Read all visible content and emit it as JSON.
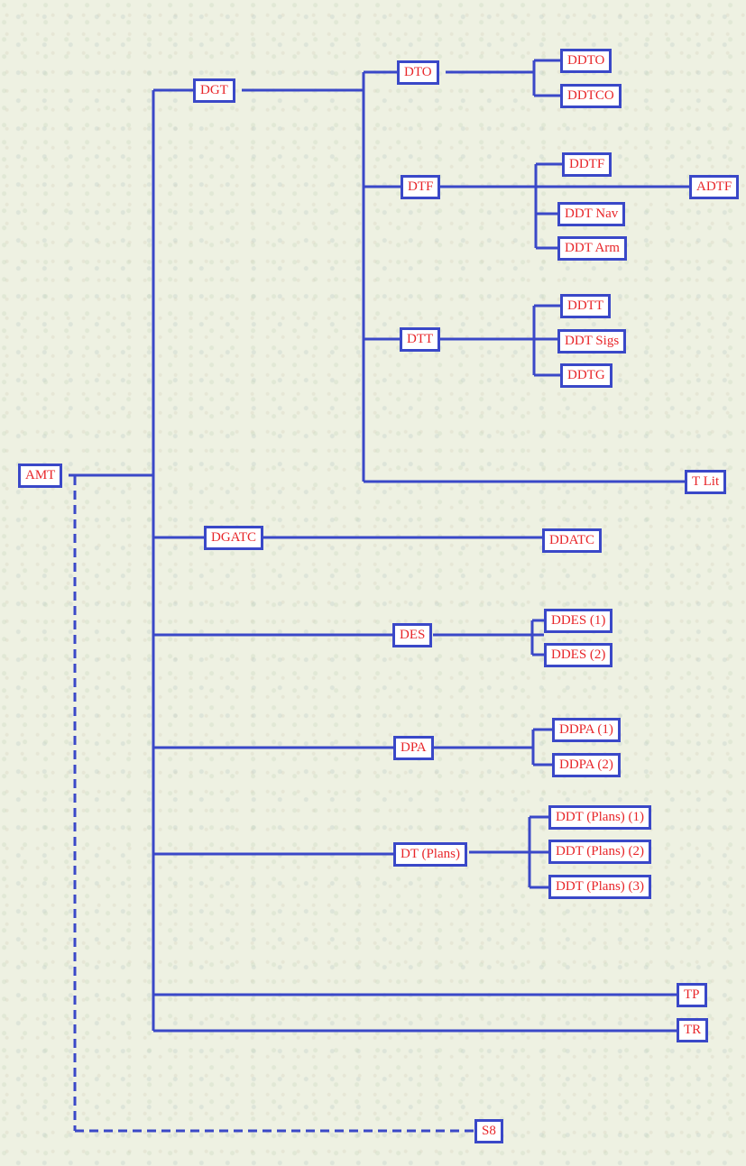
{
  "colors": {
    "line": "#3a48c8",
    "text": "#e8262a",
    "box_fill": "#ffffff"
  },
  "nodes": {
    "amt": "AMT",
    "dgt": "DGT",
    "dto": "DTO",
    "ddto": "DDTO",
    "ddtco": "DDTCO",
    "dtf": "DTF",
    "ddtf": "DDTF",
    "adtf": "ADTF",
    "ddt_nav": "DDT Nav",
    "ddt_arm": "DDT Arm",
    "dtt": "DTT",
    "ddtt": "DDTT",
    "ddt_sigs": "DDT Sigs",
    "ddtg": "DDTG",
    "t_lit": "T Lit",
    "dgatc": "DGATC",
    "ddatc": "DDATC",
    "des": "DES",
    "ddes_1": "DDES (1)",
    "ddes_2": "DDES (2)",
    "dpa": "DPA",
    "ddpa_1": "DDPA (1)",
    "ddpa_2": "DDPA (2)",
    "dt_plans": "DT (Plans)",
    "ddt_plans_1": "DDT (Plans) (1)",
    "ddt_plans_2": "DDT (Plans) (2)",
    "ddt_plans_3": "DDT (Plans) (3)",
    "tp": "TP",
    "tr": "TR",
    "s8": "S8"
  }
}
